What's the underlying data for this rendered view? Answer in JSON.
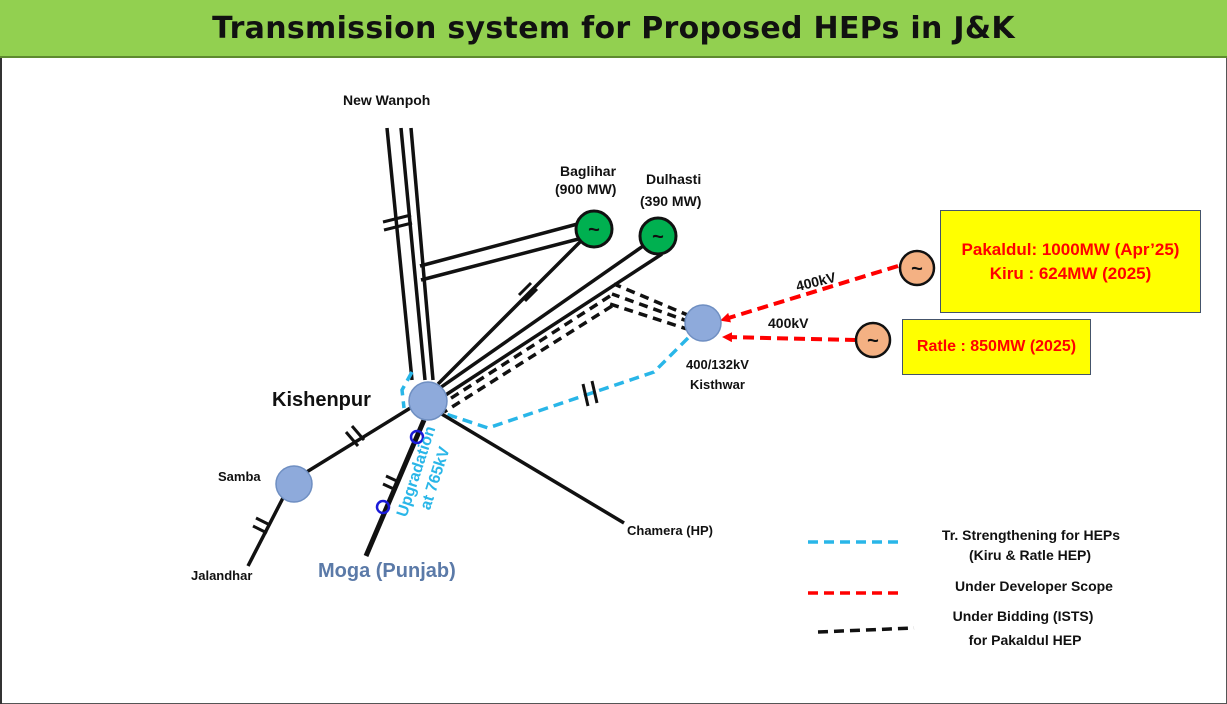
{
  "title": "Transmission system for Proposed HEPs in J&K",
  "nodes": {
    "new_wanpoh": "New Wanpoh",
    "baglihar_name": "Baglihar",
    "baglihar_cap": "(900 MW)",
    "dulhasti_name": "Dulhasti",
    "dulhasti_cap": "(390 MW)",
    "kishenpur": "Kishenpur",
    "samba": "Samba",
    "jalandhar": "Jalandhar",
    "moga": "Moga (Punjab)",
    "chamera": "Chamera (HP)",
    "kisthwar_voltage": "400/132kV",
    "kisthwar_name": "Kisthwar",
    "generator_symbol": "~"
  },
  "line_labels": {
    "upper_400kv": "400kV",
    "lower_400kv": "400kV",
    "upgradation_line1": "Upgradation",
    "upgradation_line2": "at 765kV"
  },
  "boxes": {
    "pakaldul_kiru_line1": "Pakaldul: 1000MW (Apr’25)",
    "pakaldul_kiru_line2": "Kiru : 624MW (2025)",
    "ratle": "Ratle : 850MW (2025)"
  },
  "legend": [
    {
      "line1": "Tr. Strengthening  for HEPs",
      "line2": "(Kiru & Ratle HEP)",
      "color": "#29b6e8"
    },
    {
      "line1": "Under Developer Scope",
      "line2": "",
      "color": "#ff0000"
    },
    {
      "line1": "Under Bidding (ISTS)",
      "line2": "for Pakaldul HEP",
      "color": "#111111"
    }
  ],
  "colors": {
    "title_bar": "#92d050",
    "substation": "#8eaadb",
    "existing_generator": "#00b050",
    "proposed_generator": "#f4b183",
    "strengthening": "#29b6e8",
    "developer": "#ff0000",
    "bidding": "#111111",
    "upgradation_text": "#29b6e8",
    "box_fill": "#ffff00",
    "box_text": "#ff0000"
  }
}
